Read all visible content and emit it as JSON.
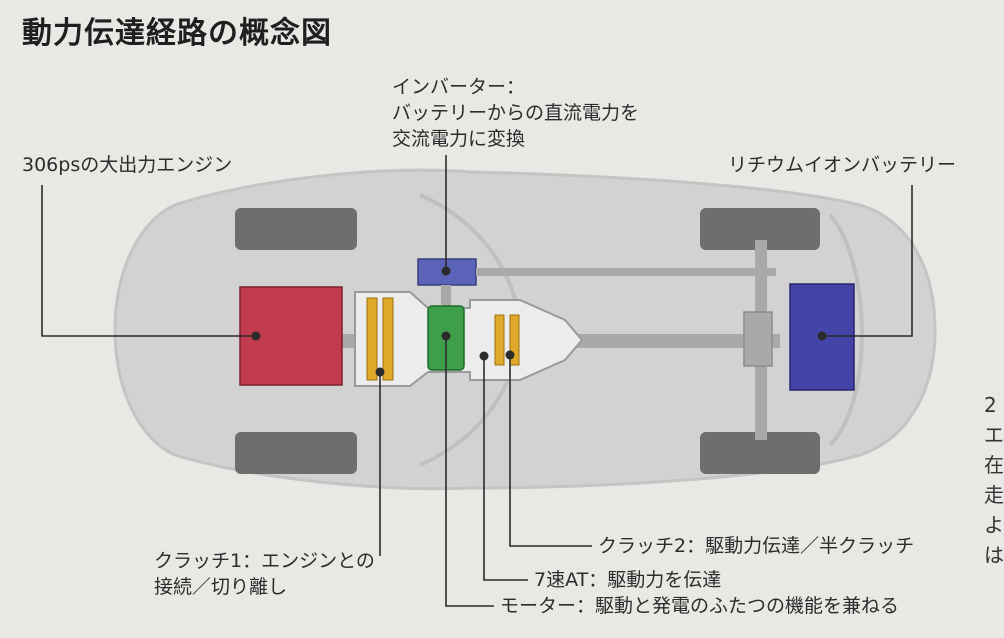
{
  "title": "動力伝達経路の概念図",
  "labels": {
    "inverter": [
      "インバーター：",
      "バッテリーからの直流電力を",
      "交流電力に変換"
    ],
    "engine": "306psの大出力エンジン",
    "battery": "リチウムイオンバッテリー",
    "clutch2": "クラッチ2：駆動力伝達／半クラッチ",
    "transmission": "7速AT：駆動力を伝達",
    "clutch1": [
      "クラッチ1：エンジンとの",
      "接続／切り離し"
    ],
    "motor": "モーター：駆動と発電のふたつの機能を兼ねる"
  },
  "side_text": [
    "2",
    "エ",
    "在",
    "走",
    "よ",
    "は"
  ],
  "colors": {
    "background": "#e9e8e4",
    "car_body": "#d2d2d2",
    "tire": "#6e6e6e",
    "engine": "#c23a4e",
    "motor": "#3e9e4a",
    "battery": "#4444a8",
    "inverter": "#5a63b8",
    "clutch": "#e0a92a",
    "shaft": "#a9a9a9",
    "leader_line": "#2b2b2b"
  }
}
